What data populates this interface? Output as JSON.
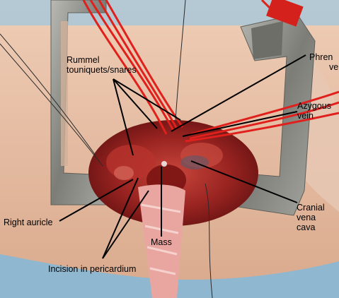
{
  "labels": {
    "rummel": [
      "Rummel",
      "touniquets/snares"
    ],
    "phrenic": [
      "Phren",
      "ve"
    ],
    "azygous": [
      "Azygous",
      "vein"
    ],
    "right_auricle": "Right auricle",
    "mass": "Mass",
    "cranial_vena_cava": [
      "Cranial",
      "vena",
      "cava"
    ],
    "incision": "Incision in pericardium"
  },
  "colors": {
    "drape_blue": "#8fb7cf",
    "skin": "#e6bfa6",
    "retractor_metal": "#8a8a86",
    "tourniquet_red": "#e0201c",
    "tissue_red": "#8c1a18",
    "gauze": "#e9a6a0",
    "label_text": "#000000"
  },
  "icons": [
    "surgical-photo",
    "retractor-icon",
    "tourniquet-tube-icon"
  ]
}
